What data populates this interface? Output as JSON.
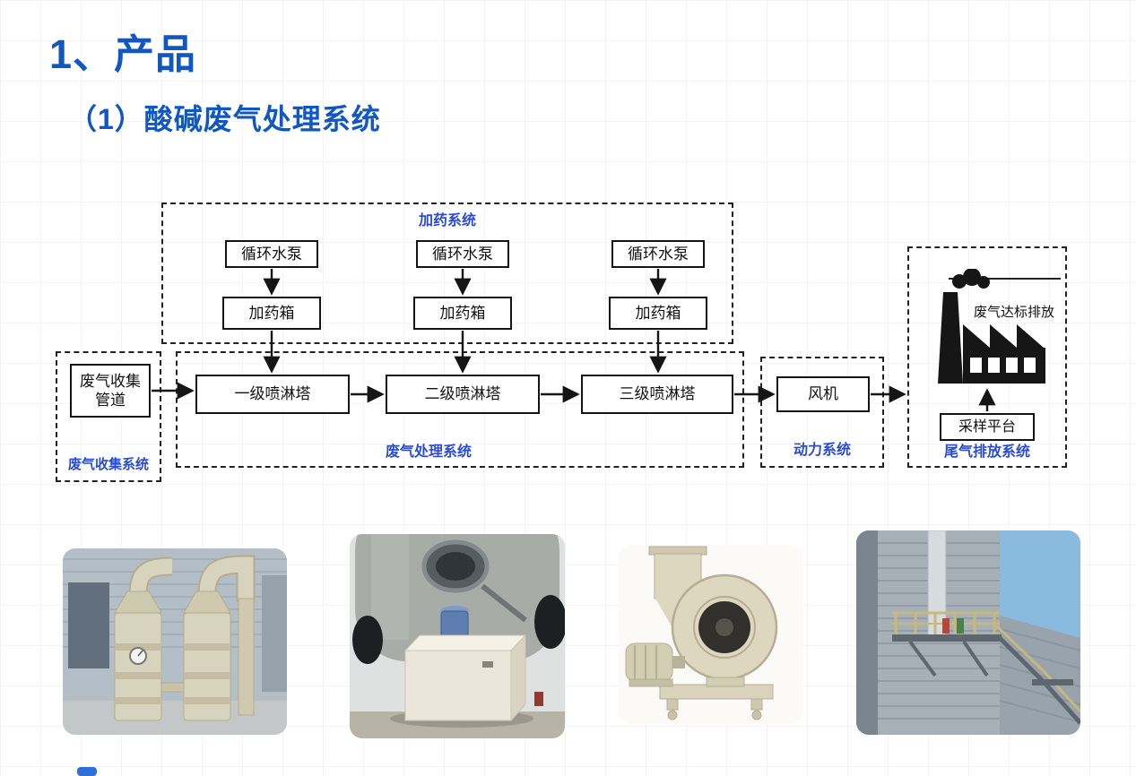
{
  "slide": {
    "title": "1、产品",
    "subtitle": "（1）酸碱废气处理系统"
  },
  "colors": {
    "title_blue": "#1157c1",
    "label_blue": "#2a4bd7",
    "node_border": "#141414"
  },
  "diagram": {
    "dosing": {
      "label": "加药系统",
      "columns": [
        {
          "pump": "循环水泵",
          "tank": "加药箱"
        },
        {
          "pump": "循环水泵",
          "tank": "加药箱"
        },
        {
          "pump": "循环水泵",
          "tank": "加药箱"
        }
      ]
    },
    "collection": {
      "label": "废气收集系统",
      "node": "废气收集管道"
    },
    "treatment": {
      "label": "废气处理系统",
      "towers": [
        "一级喷淋塔",
        "二级喷淋塔",
        "三级喷淋塔"
      ]
    },
    "power": {
      "label": "动力系统",
      "node": "风机"
    },
    "exhaust": {
      "label": "尾气排放系统",
      "emission": "废气达标排放",
      "node": "采样平台"
    }
  },
  "photos": [
    {
      "name": "spray-towers"
    },
    {
      "name": "dosing-tank"
    },
    {
      "name": "centrifugal-fan"
    },
    {
      "name": "sampling-platform"
    }
  ]
}
